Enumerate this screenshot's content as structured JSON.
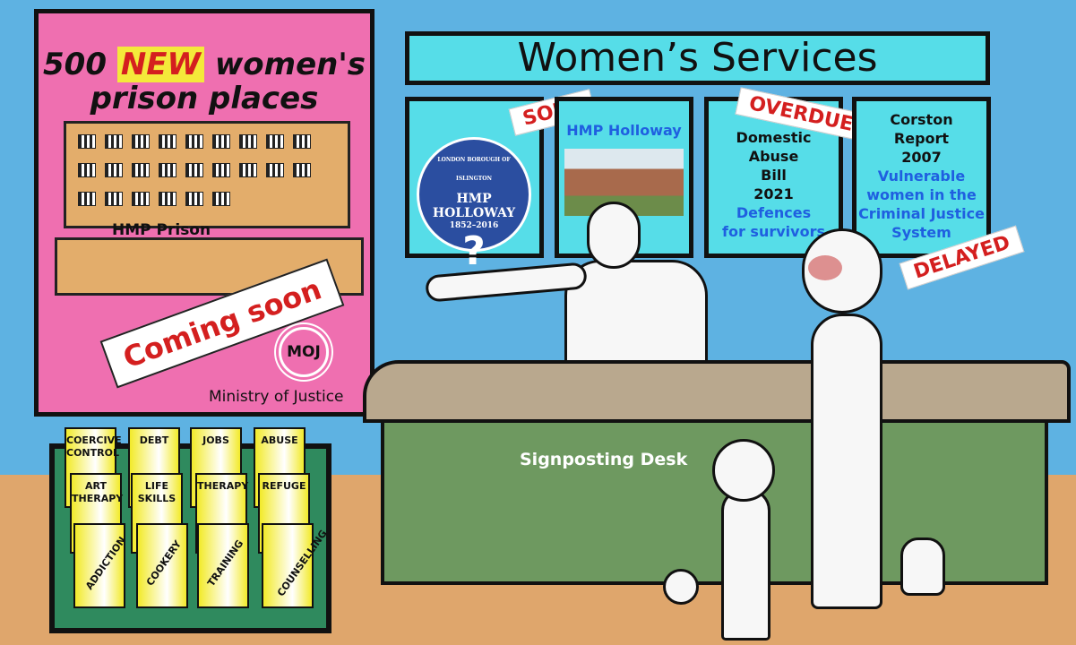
{
  "poster": {
    "title_part1": "500",
    "title_new": "NEW",
    "title_part2": "women's",
    "title_line2": "prison places",
    "building_label": "HMP Prison",
    "coming_soon": "Coming soon",
    "logo": "MOJ",
    "ministry": "Ministry of Justice"
  },
  "sign": {
    "title": "Women’s Services"
  },
  "panels": [
    {
      "plaque_ring": "LONDON BOROUGH OF ISLINGTON",
      "plaque_title1": "HMP",
      "plaque_title2": "HOLLOWAY",
      "plaque_years": "1852–2016",
      "plaque_mark": "?",
      "stamp": "SOLD"
    },
    {
      "title": "HMP Holloway"
    },
    {
      "lines": [
        "Domestic",
        "Abuse",
        "Bill",
        "2021"
      ],
      "subtitle": [
        "Defences",
        "for survivors"
      ],
      "stamp": "OVERDUE"
    },
    {
      "lines": [
        "Corston",
        "Report",
        "2007"
      ],
      "subtitle": [
        "Vulnerable",
        "women in the",
        "Criminal Justice",
        "System"
      ],
      "stamp": "DELAYED"
    }
  ],
  "desk": {
    "label": "Signposting Desk"
  },
  "leaflets": {
    "back": [
      "COERCIVE CONTROL",
      "DEBT",
      "JOBS",
      "ABUSE"
    ],
    "middle": [
      "ART THERAPY",
      "LIFE SKILLS",
      "THERAPY",
      "REFUGE"
    ],
    "front": [
      "ADDICTION",
      "COOKERY",
      "TRAINING",
      "COUNSELLING"
    ]
  }
}
